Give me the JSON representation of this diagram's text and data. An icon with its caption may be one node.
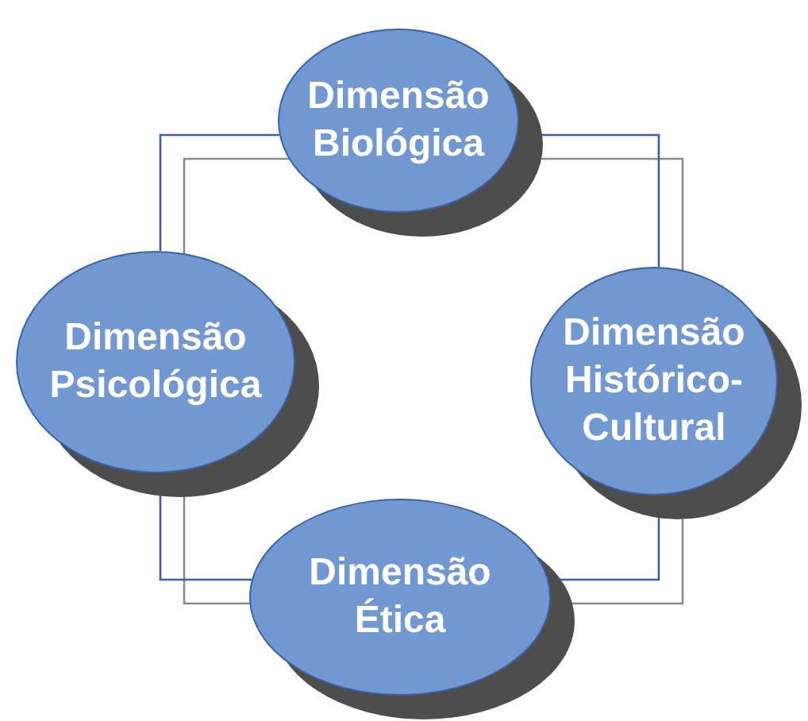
{
  "diagram": {
    "nodes": [
      {
        "text": [
          "Dimensão Biológica"
        ]
      },
      {
        "text": [
          "Dimensão Psicológica"
        ]
      },
      {
        "text": [
          "Dimensão Histórico-Cultural"
        ]
      },
      {
        "text": [
          "Dimensão Ética"
        ]
      }
    ],
    "edges": [
      {
        "from": 0,
        "to": 1,
        "arrow": "none"
      },
      {
        "from": 0,
        "to": 2,
        "arrow": "none"
      },
      {
        "from": 2,
        "to": 3,
        "arrow": "none"
      },
      {
        "from": 3,
        "to": 1,
        "arrow": "none"
      }
    ]
  }
}
